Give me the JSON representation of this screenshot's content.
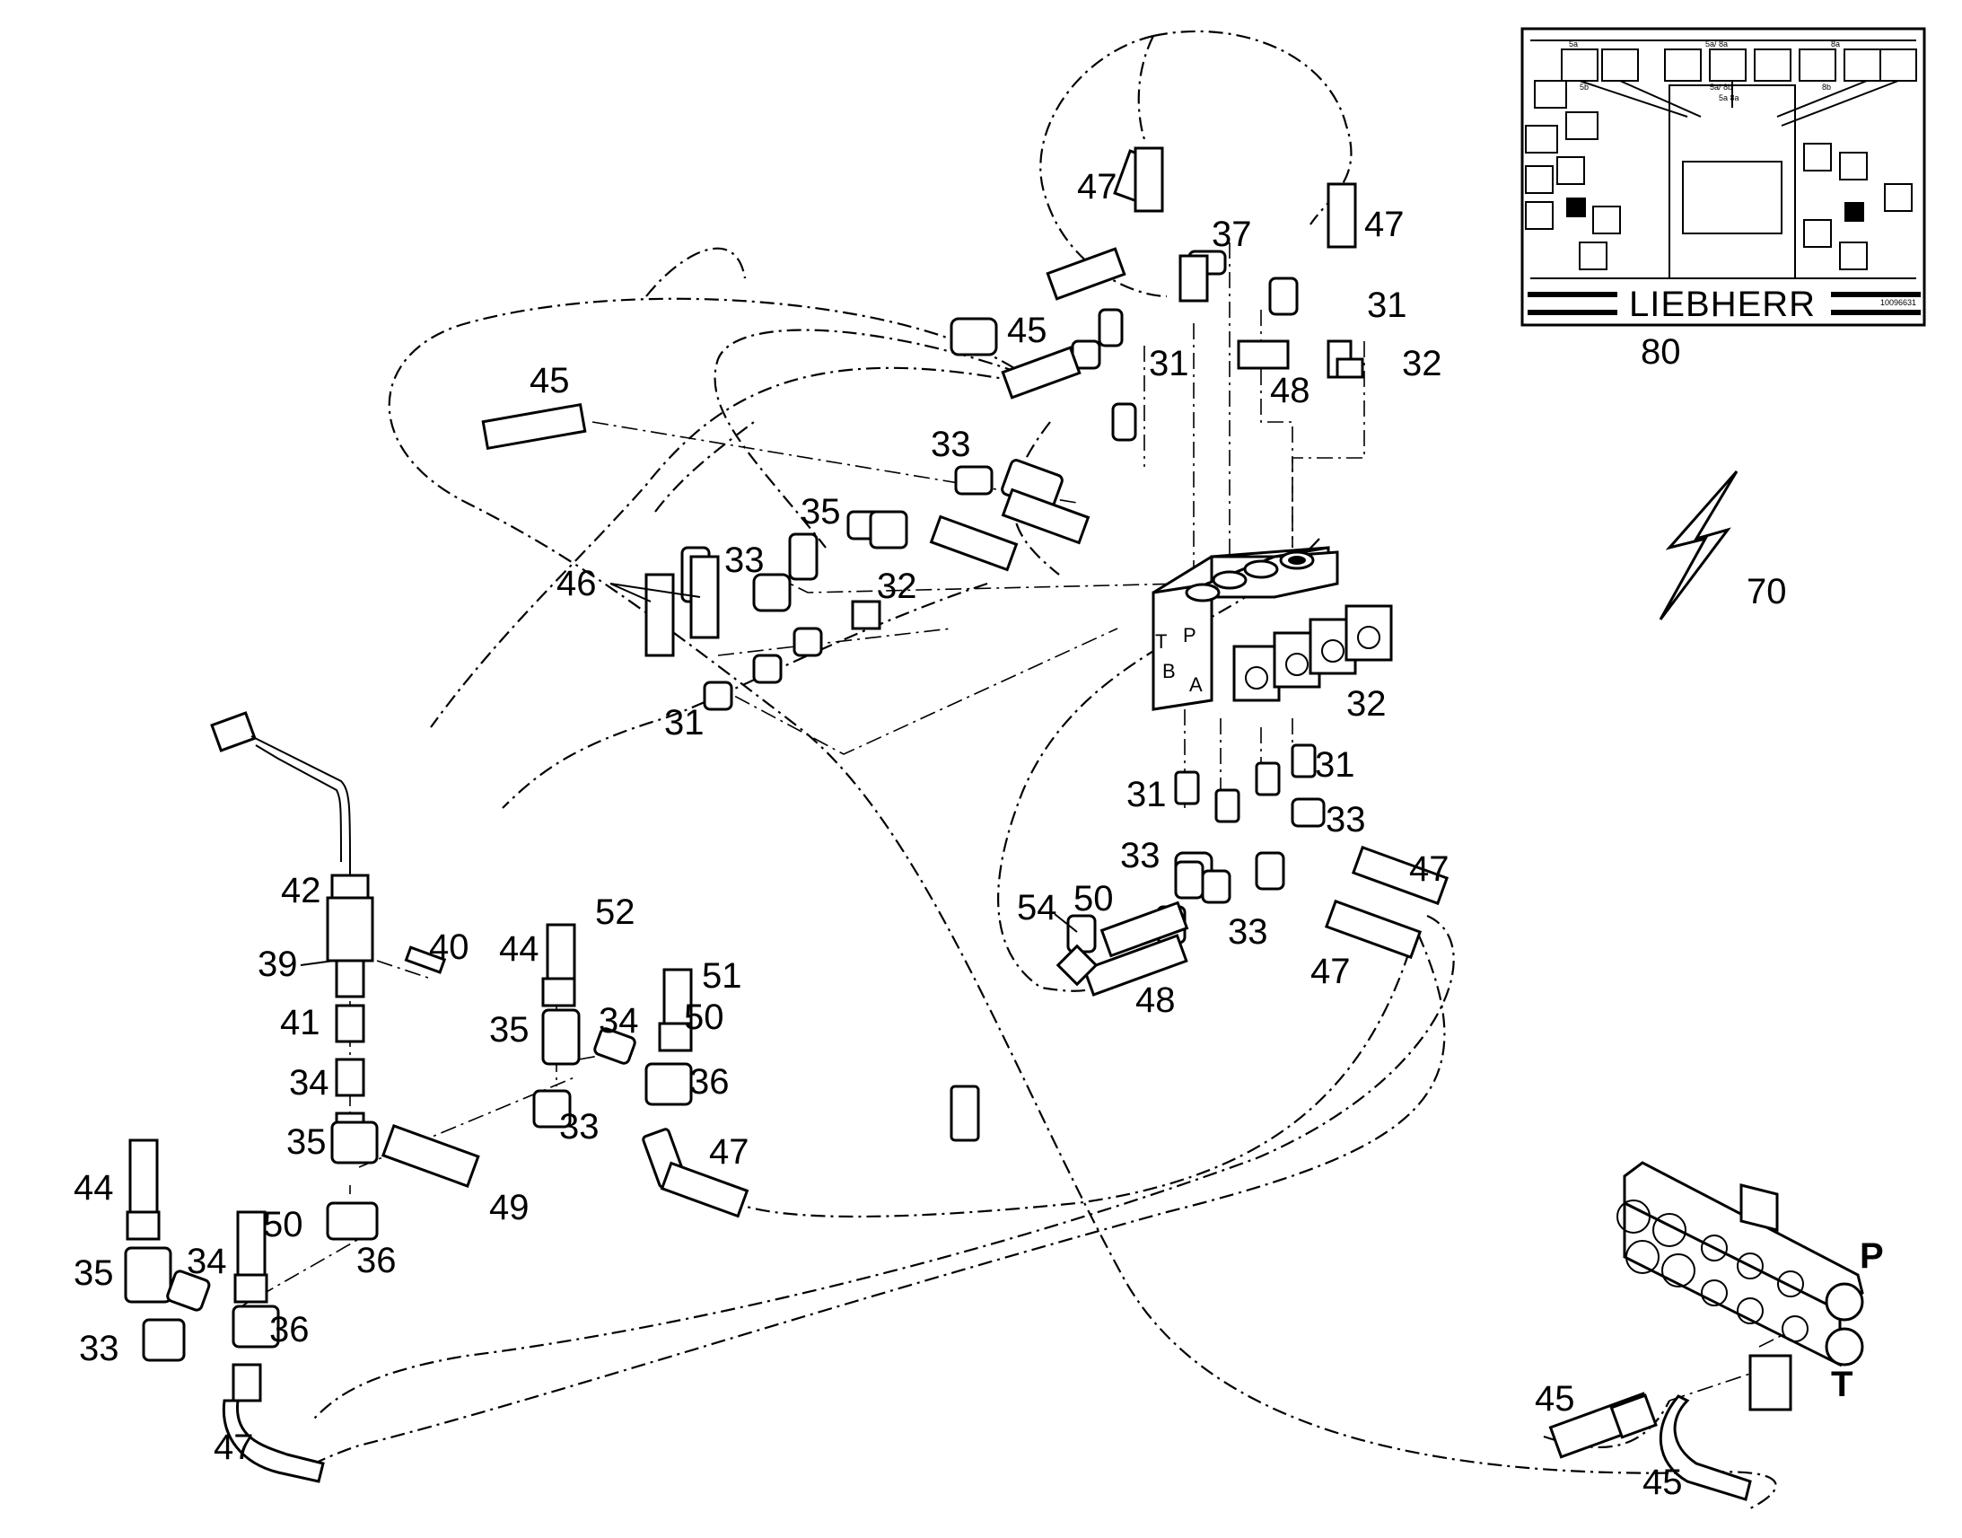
{
  "diagram": {
    "part_numbers": [
      {
        "id": "p47a",
        "text": "47"
      },
      {
        "id": "p37",
        "text": "37"
      },
      {
        "id": "p47b",
        "text": "47"
      },
      {
        "id": "p31a",
        "text": "31"
      },
      {
        "id": "p45a",
        "text": "45"
      },
      {
        "id": "p31b",
        "text": "31"
      },
      {
        "id": "p48a",
        "text": "48"
      },
      {
        "id": "p32a",
        "text": "32"
      },
      {
        "id": "p45b",
        "text": "45"
      },
      {
        "id": "p33a",
        "text": "33"
      },
      {
        "id": "p35a",
        "text": "35"
      },
      {
        "id": "p33b",
        "text": "33"
      },
      {
        "id": "p32b",
        "text": "32"
      },
      {
        "id": "p46",
        "text": "46"
      },
      {
        "id": "p31c",
        "text": "31"
      },
      {
        "id": "p32c",
        "text": "32"
      },
      {
        "id": "p31d",
        "text": "31"
      },
      {
        "id": "p31e",
        "text": "31"
      },
      {
        "id": "p33c",
        "text": "33"
      },
      {
        "id": "p47c",
        "text": "47"
      },
      {
        "id": "p33d",
        "text": "33"
      },
      {
        "id": "p54",
        "text": "54"
      },
      {
        "id": "p50a",
        "text": "50"
      },
      {
        "id": "p33e",
        "text": "33"
      },
      {
        "id": "p47d",
        "text": "47"
      },
      {
        "id": "p48b",
        "text": "48"
      },
      {
        "id": "p42",
        "text": "42"
      },
      {
        "id": "p40",
        "text": "40"
      },
      {
        "id": "p39",
        "text": "39"
      },
      {
        "id": "p41",
        "text": "41"
      },
      {
        "id": "p52",
        "text": "52"
      },
      {
        "id": "p44a",
        "text": "44"
      },
      {
        "id": "p51",
        "text": "51"
      },
      {
        "id": "p35b",
        "text": "35"
      },
      {
        "id": "p34a",
        "text": "34"
      },
      {
        "id": "p50b",
        "text": "50"
      },
      {
        "id": "p34b",
        "text": "34"
      },
      {
        "id": "p36a",
        "text": "36"
      },
      {
        "id": "p33f",
        "text": "33"
      },
      {
        "id": "p35c",
        "text": "35"
      },
      {
        "id": "p47e",
        "text": "47"
      },
      {
        "id": "p49",
        "text": "49"
      },
      {
        "id": "p44b",
        "text": "44"
      },
      {
        "id": "p50c",
        "text": "50"
      },
      {
        "id": "p36b",
        "text": "36"
      },
      {
        "id": "p35d",
        "text": "35"
      },
      {
        "id": "p34c",
        "text": "34"
      },
      {
        "id": "p36c",
        "text": "36"
      },
      {
        "id": "p33g",
        "text": "33"
      },
      {
        "id": "p47f",
        "text": "47"
      },
      {
        "id": "p45c",
        "text": "45"
      },
      {
        "id": "p45d",
        "text": "45"
      },
      {
        "id": "p70",
        "text": "70"
      },
      {
        "id": "p80",
        "text": "80"
      }
    ],
    "port_labels": {
      "T": "T",
      "P": "P",
      "B": "B",
      "A": "A"
    },
    "manifold_labels": {
      "P": "P",
      "T": "T"
    },
    "plate": {
      "brand": "LIEBHERR",
      "code": "10096631",
      "header_labels": [
        "5a",
        "5a/ 8a",
        "8a",
        "5b",
        "5a/ 8b",
        "8b"
      ],
      "center_label": "5a 8a"
    }
  }
}
